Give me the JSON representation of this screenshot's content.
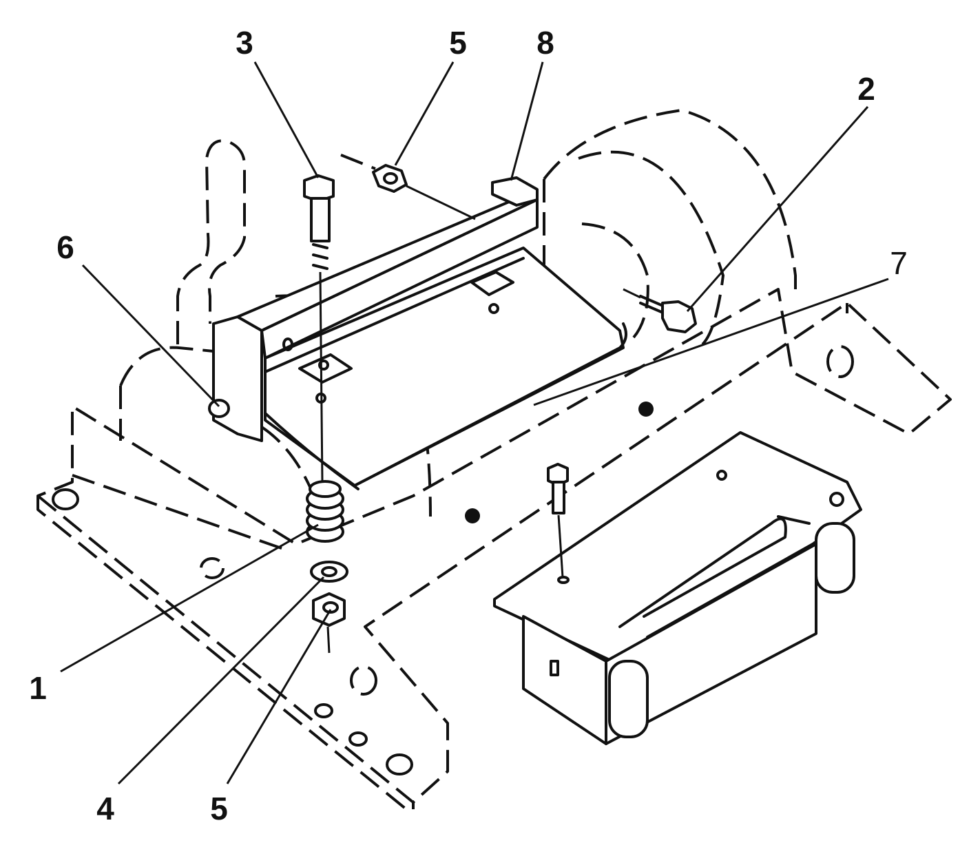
{
  "callouts": [
    {
      "id": "1",
      "text": "1"
    },
    {
      "id": "2",
      "text": "2"
    },
    {
      "id": "3",
      "text": "3"
    },
    {
      "id": "4",
      "text": "4"
    },
    {
      "id": "5a",
      "text": "5"
    },
    {
      "id": "5b",
      "text": "5"
    },
    {
      "id": "6",
      "text": "6"
    },
    {
      "id": "7",
      "text": "7"
    },
    {
      "id": "8",
      "text": "8"
    }
  ],
  "colors": {
    "ink": "#111111",
    "paper": "#ffffff"
  }
}
